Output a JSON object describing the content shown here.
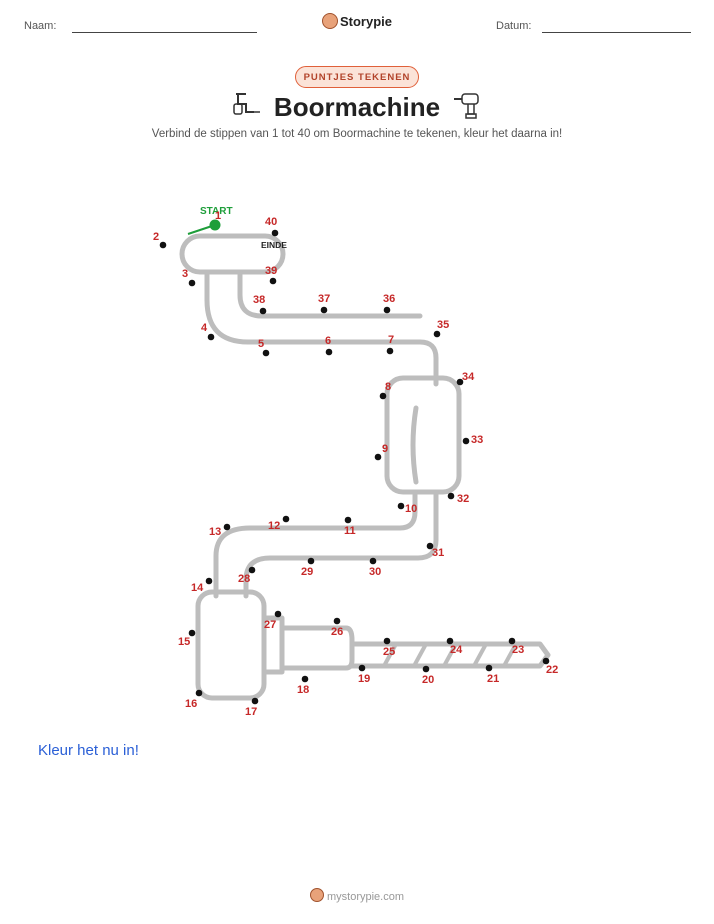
{
  "header": {
    "name_label": "Naam:",
    "date_label": "Datum:",
    "brand": "Storypie"
  },
  "badge": "PUNTJES TEKENEN",
  "title": "Boormachine",
  "subtitle": "Verbind de stippen van 1 tot 40 om Boormachine te tekenen, kleur het daarna in!",
  "start_label": "START",
  "end_label": "EINDE",
  "color_cta": "Kleur het nu in!",
  "footer": "mystorypie.com",
  "icons": {
    "left": "hand-drill-icon",
    "right": "power-drill-icon"
  },
  "colors": {
    "accent": "#e0603a",
    "number": "#c62828",
    "dot": "#111111",
    "start": "#1e9e3a",
    "outline": "#bdbdbd",
    "cta": "#2a5fd6"
  },
  "dots": [
    {
      "n": "1"
    },
    {
      "n": "2"
    },
    {
      "n": "3"
    },
    {
      "n": "4"
    },
    {
      "n": "5"
    },
    {
      "n": "6"
    },
    {
      "n": "7"
    },
    {
      "n": "8"
    },
    {
      "n": "9"
    },
    {
      "n": "10"
    },
    {
      "n": "11"
    },
    {
      "n": "12"
    },
    {
      "n": "13"
    },
    {
      "n": "14"
    },
    {
      "n": "15"
    },
    {
      "n": "16"
    },
    {
      "n": "17"
    },
    {
      "n": "18"
    },
    {
      "n": "19"
    },
    {
      "n": "20"
    },
    {
      "n": "21"
    },
    {
      "n": "22"
    },
    {
      "n": "23"
    },
    {
      "n": "24"
    },
    {
      "n": "25"
    },
    {
      "n": "26"
    },
    {
      "n": "27"
    },
    {
      "n": "28"
    },
    {
      "n": "29"
    },
    {
      "n": "30"
    },
    {
      "n": "31"
    },
    {
      "n": "32"
    },
    {
      "n": "33"
    },
    {
      "n": "34"
    },
    {
      "n": "35"
    },
    {
      "n": "36"
    },
    {
      "n": "37"
    },
    {
      "n": "38"
    },
    {
      "n": "39"
    },
    {
      "n": "40"
    }
  ]
}
